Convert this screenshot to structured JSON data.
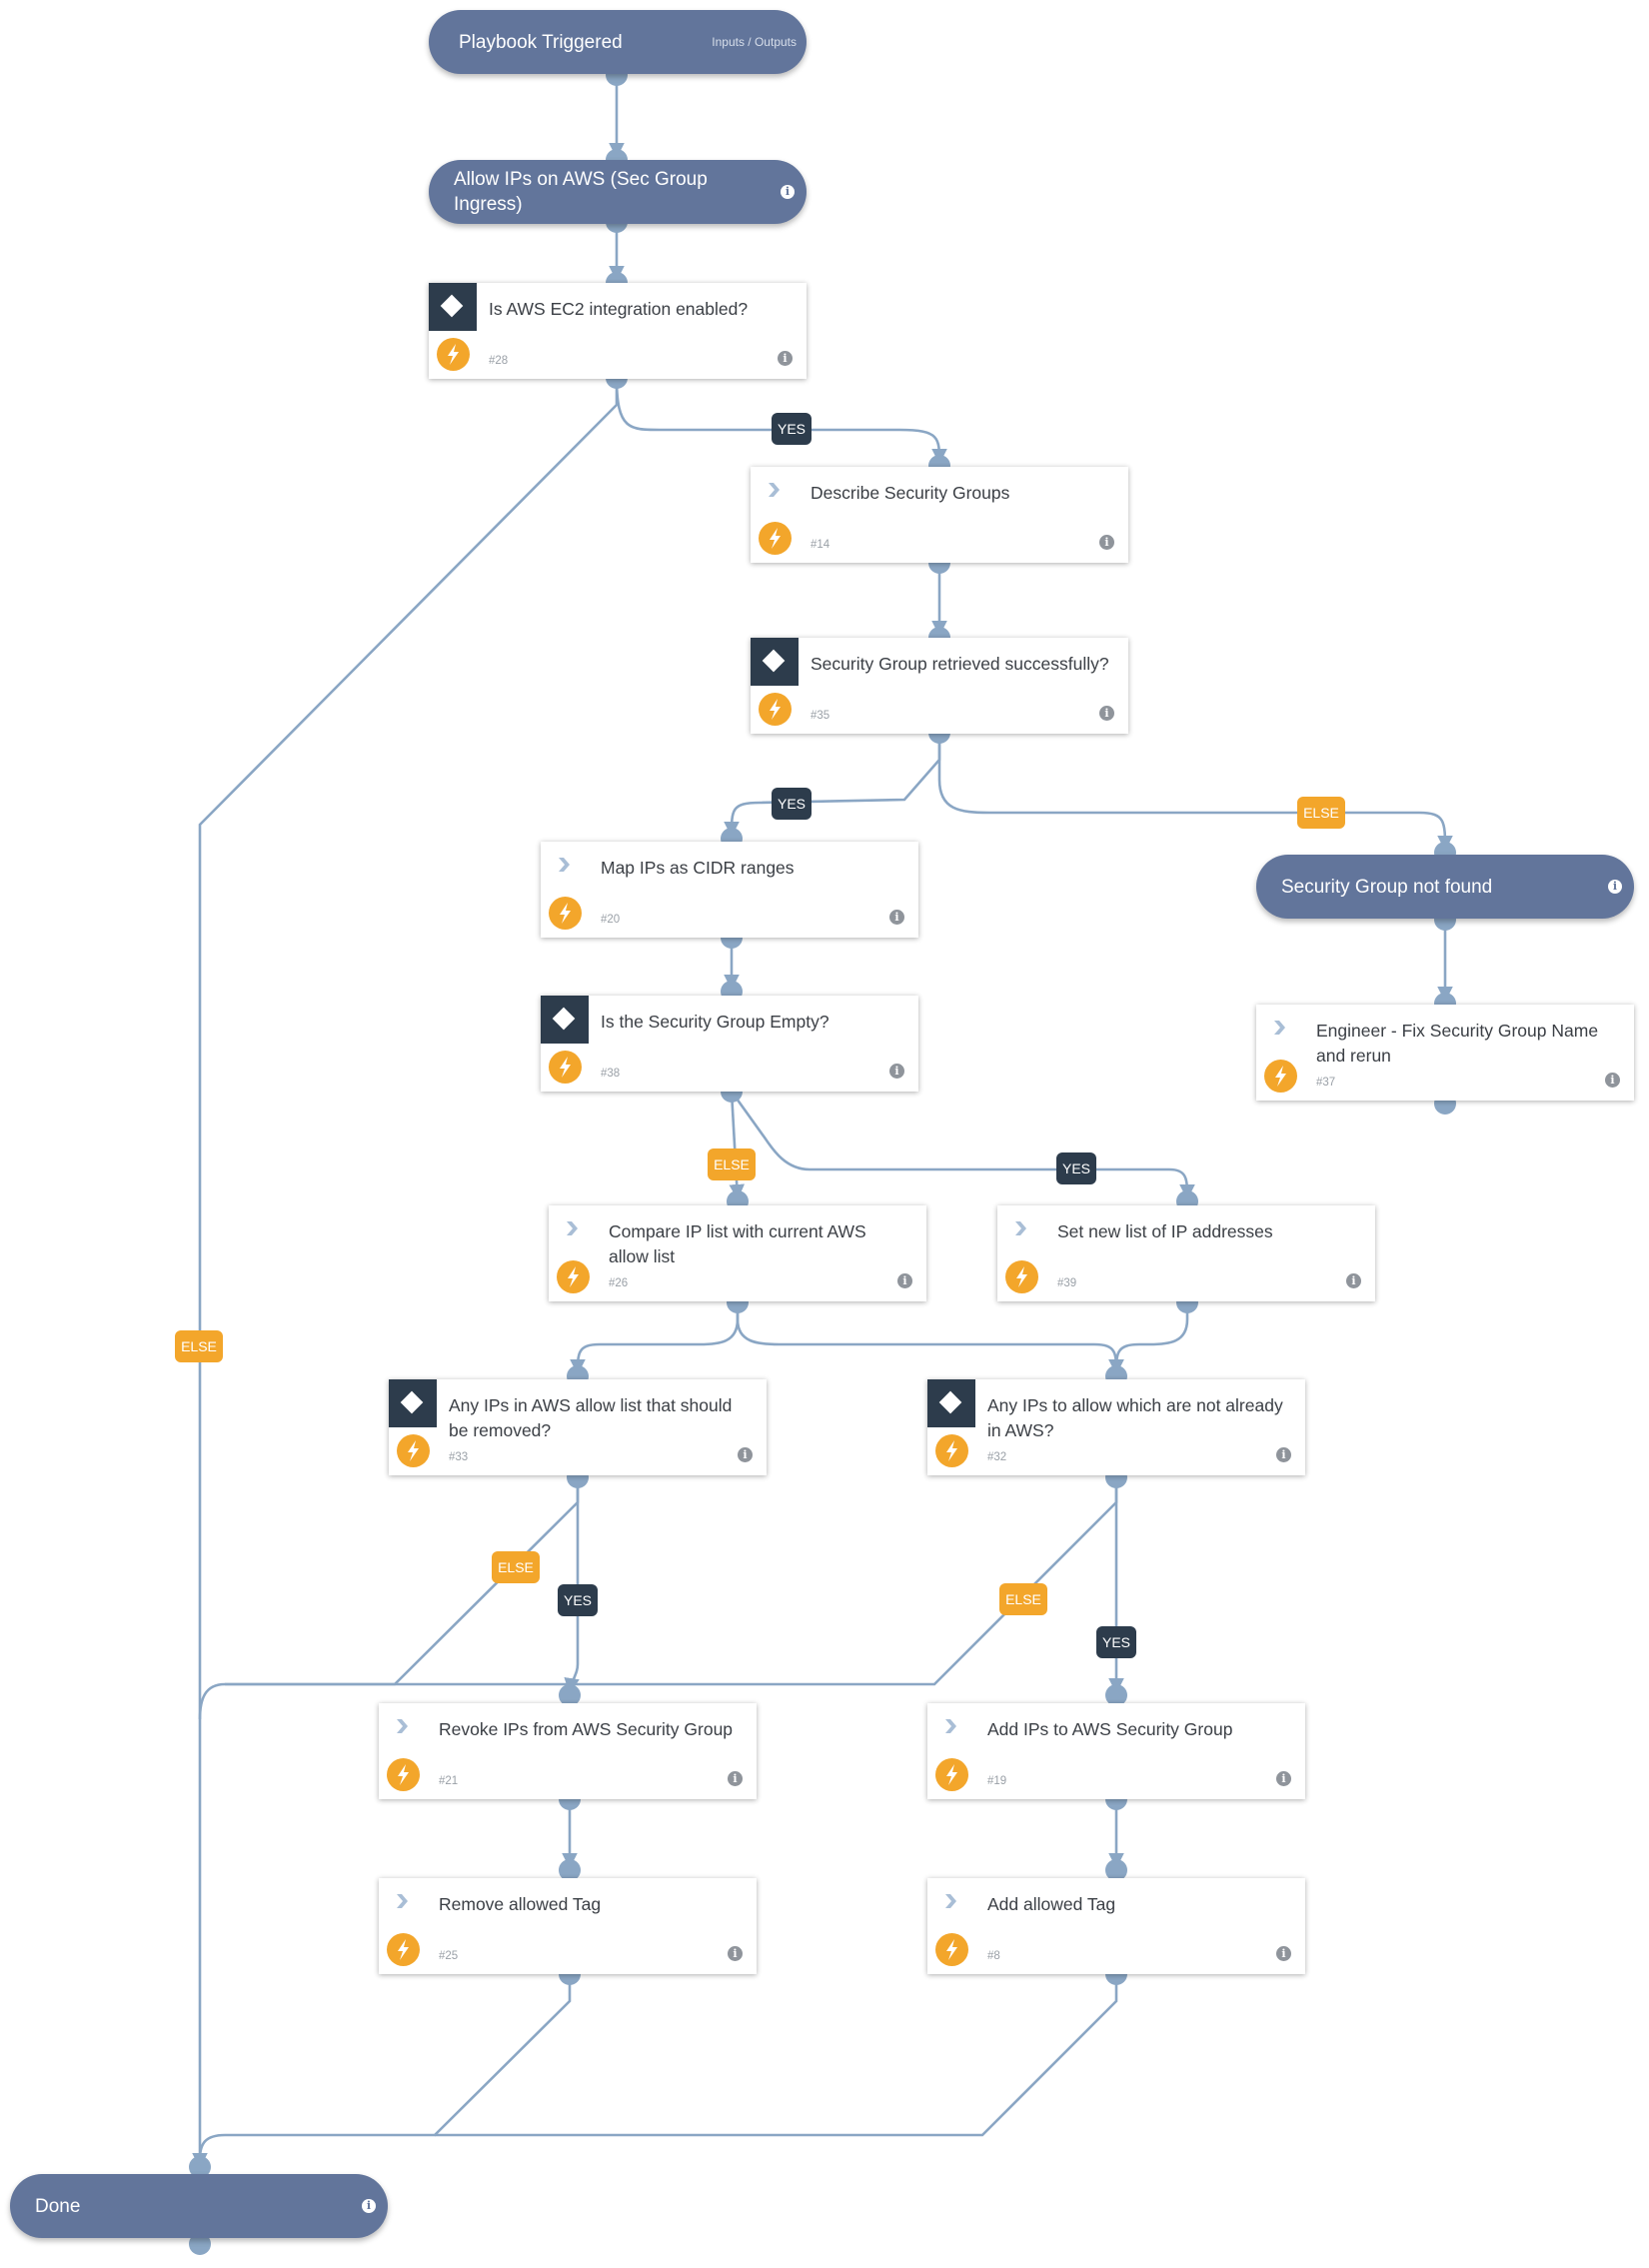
{
  "start": {
    "label": "Playbook Triggered",
    "sub": "Inputs / Outputs"
  },
  "header": {
    "label": "Allow IPs on AWS (Sec Group Ingress)"
  },
  "notfound": {
    "label": "Security Group not found"
  },
  "done": {
    "label": "Done"
  },
  "info_glyph": "i",
  "edge_labels": {
    "yes": "YES",
    "else": "ELSE"
  },
  "tasks": {
    "t28": {
      "label": "Is AWS EC2 integration enabled?",
      "id": "#28",
      "kind": "condition"
    },
    "t14": {
      "label": "Describe Security Groups",
      "id": "#14",
      "kind": "command"
    },
    "t35": {
      "label": "Security Group retrieved successfully?",
      "id": "#35",
      "kind": "condition"
    },
    "t20": {
      "label": "Map IPs as CIDR ranges",
      "id": "#20",
      "kind": "command"
    },
    "t38": {
      "label": "Is the Security Group Empty?",
      "id": "#38",
      "kind": "condition"
    },
    "t37": {
      "label": "Engineer - Fix Security Group Name and rerun",
      "id": "#37",
      "kind": "command"
    },
    "t26": {
      "label": "Compare IP list with current AWS allow list",
      "id": "#26",
      "kind": "command"
    },
    "t39": {
      "label": "Set new list of IP addresses",
      "id": "#39",
      "kind": "command"
    },
    "t33": {
      "label": "Any IPs in AWS allow list that should be removed?",
      "id": "#33",
      "kind": "condition"
    },
    "t32": {
      "label": "Any IPs to allow which are not already in AWS?",
      "id": "#32",
      "kind": "condition"
    },
    "t21": {
      "label": "Revoke IPs from AWS Security Group",
      "id": "#21",
      "kind": "command"
    },
    "t19": {
      "label": "Add IPs to AWS Security Group",
      "id": "#19",
      "kind": "command"
    },
    "t25": {
      "label": "Remove allowed Tag",
      "id": "#25",
      "kind": "command"
    },
    "t8": {
      "label": "Add allowed Tag",
      "id": "#8",
      "kind": "command"
    }
  },
  "colors": {
    "pill": "#62759b",
    "edge": "#8aa6c4",
    "condition": "#2d3c4c",
    "bolt": "#f3a62b",
    "else": "#f3a62b"
  }
}
